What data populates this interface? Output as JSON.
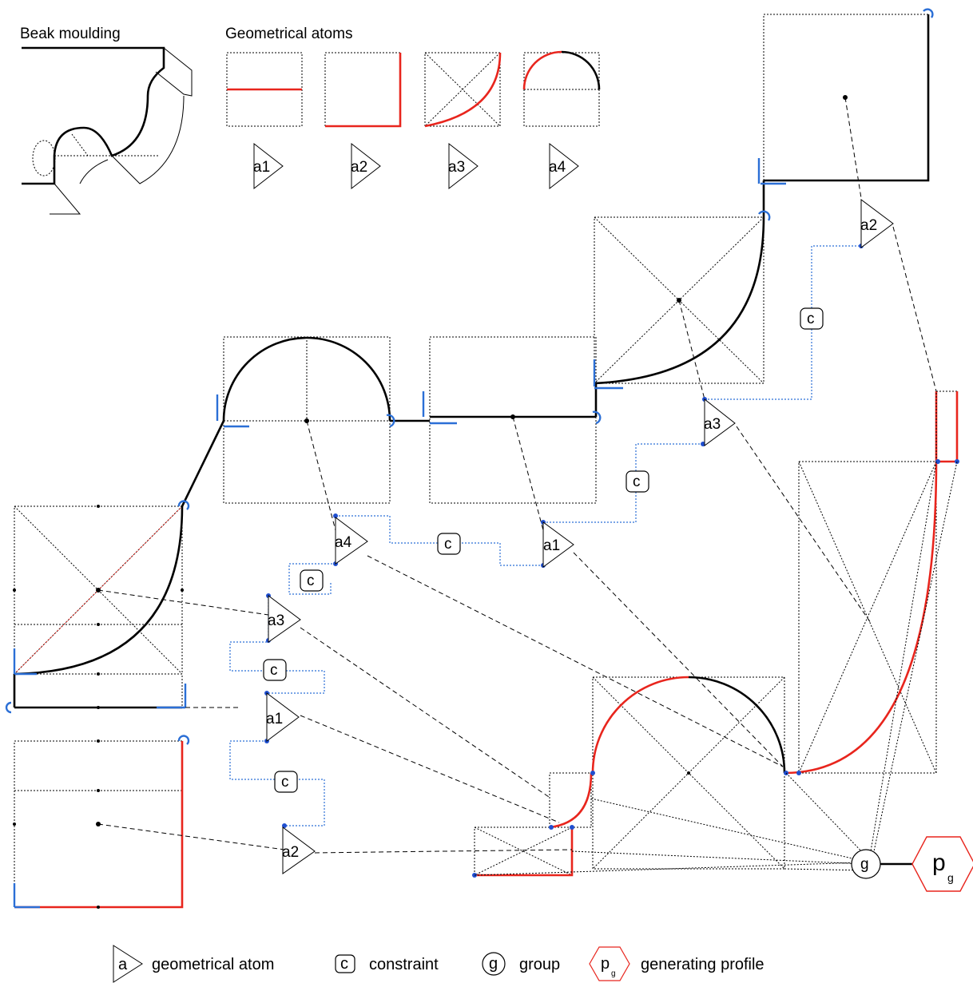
{
  "title": "Beak moulding",
  "atoms_header": "Geometrical atoms",
  "atom_labels": {
    "a1": "a1",
    "a2": "a2",
    "a3": "a3",
    "a4": "a4"
  },
  "constraint_label": "c",
  "group_label": "g",
  "profile_label": {
    "main": "p",
    "sub": "g"
  },
  "legend": {
    "atom_symbol": "a",
    "atom_text": "geometrical atom",
    "constraint_symbol": "c",
    "constraint_text": "constraint",
    "group_symbol": "g",
    "group_text": "group",
    "profile_main": "p",
    "profile_sub": "g",
    "profile_text": "generating profile"
  },
  "colors": {
    "accent_red": "#e8251d",
    "constraint_blue": "#2b6fd6",
    "line": "#000000"
  }
}
